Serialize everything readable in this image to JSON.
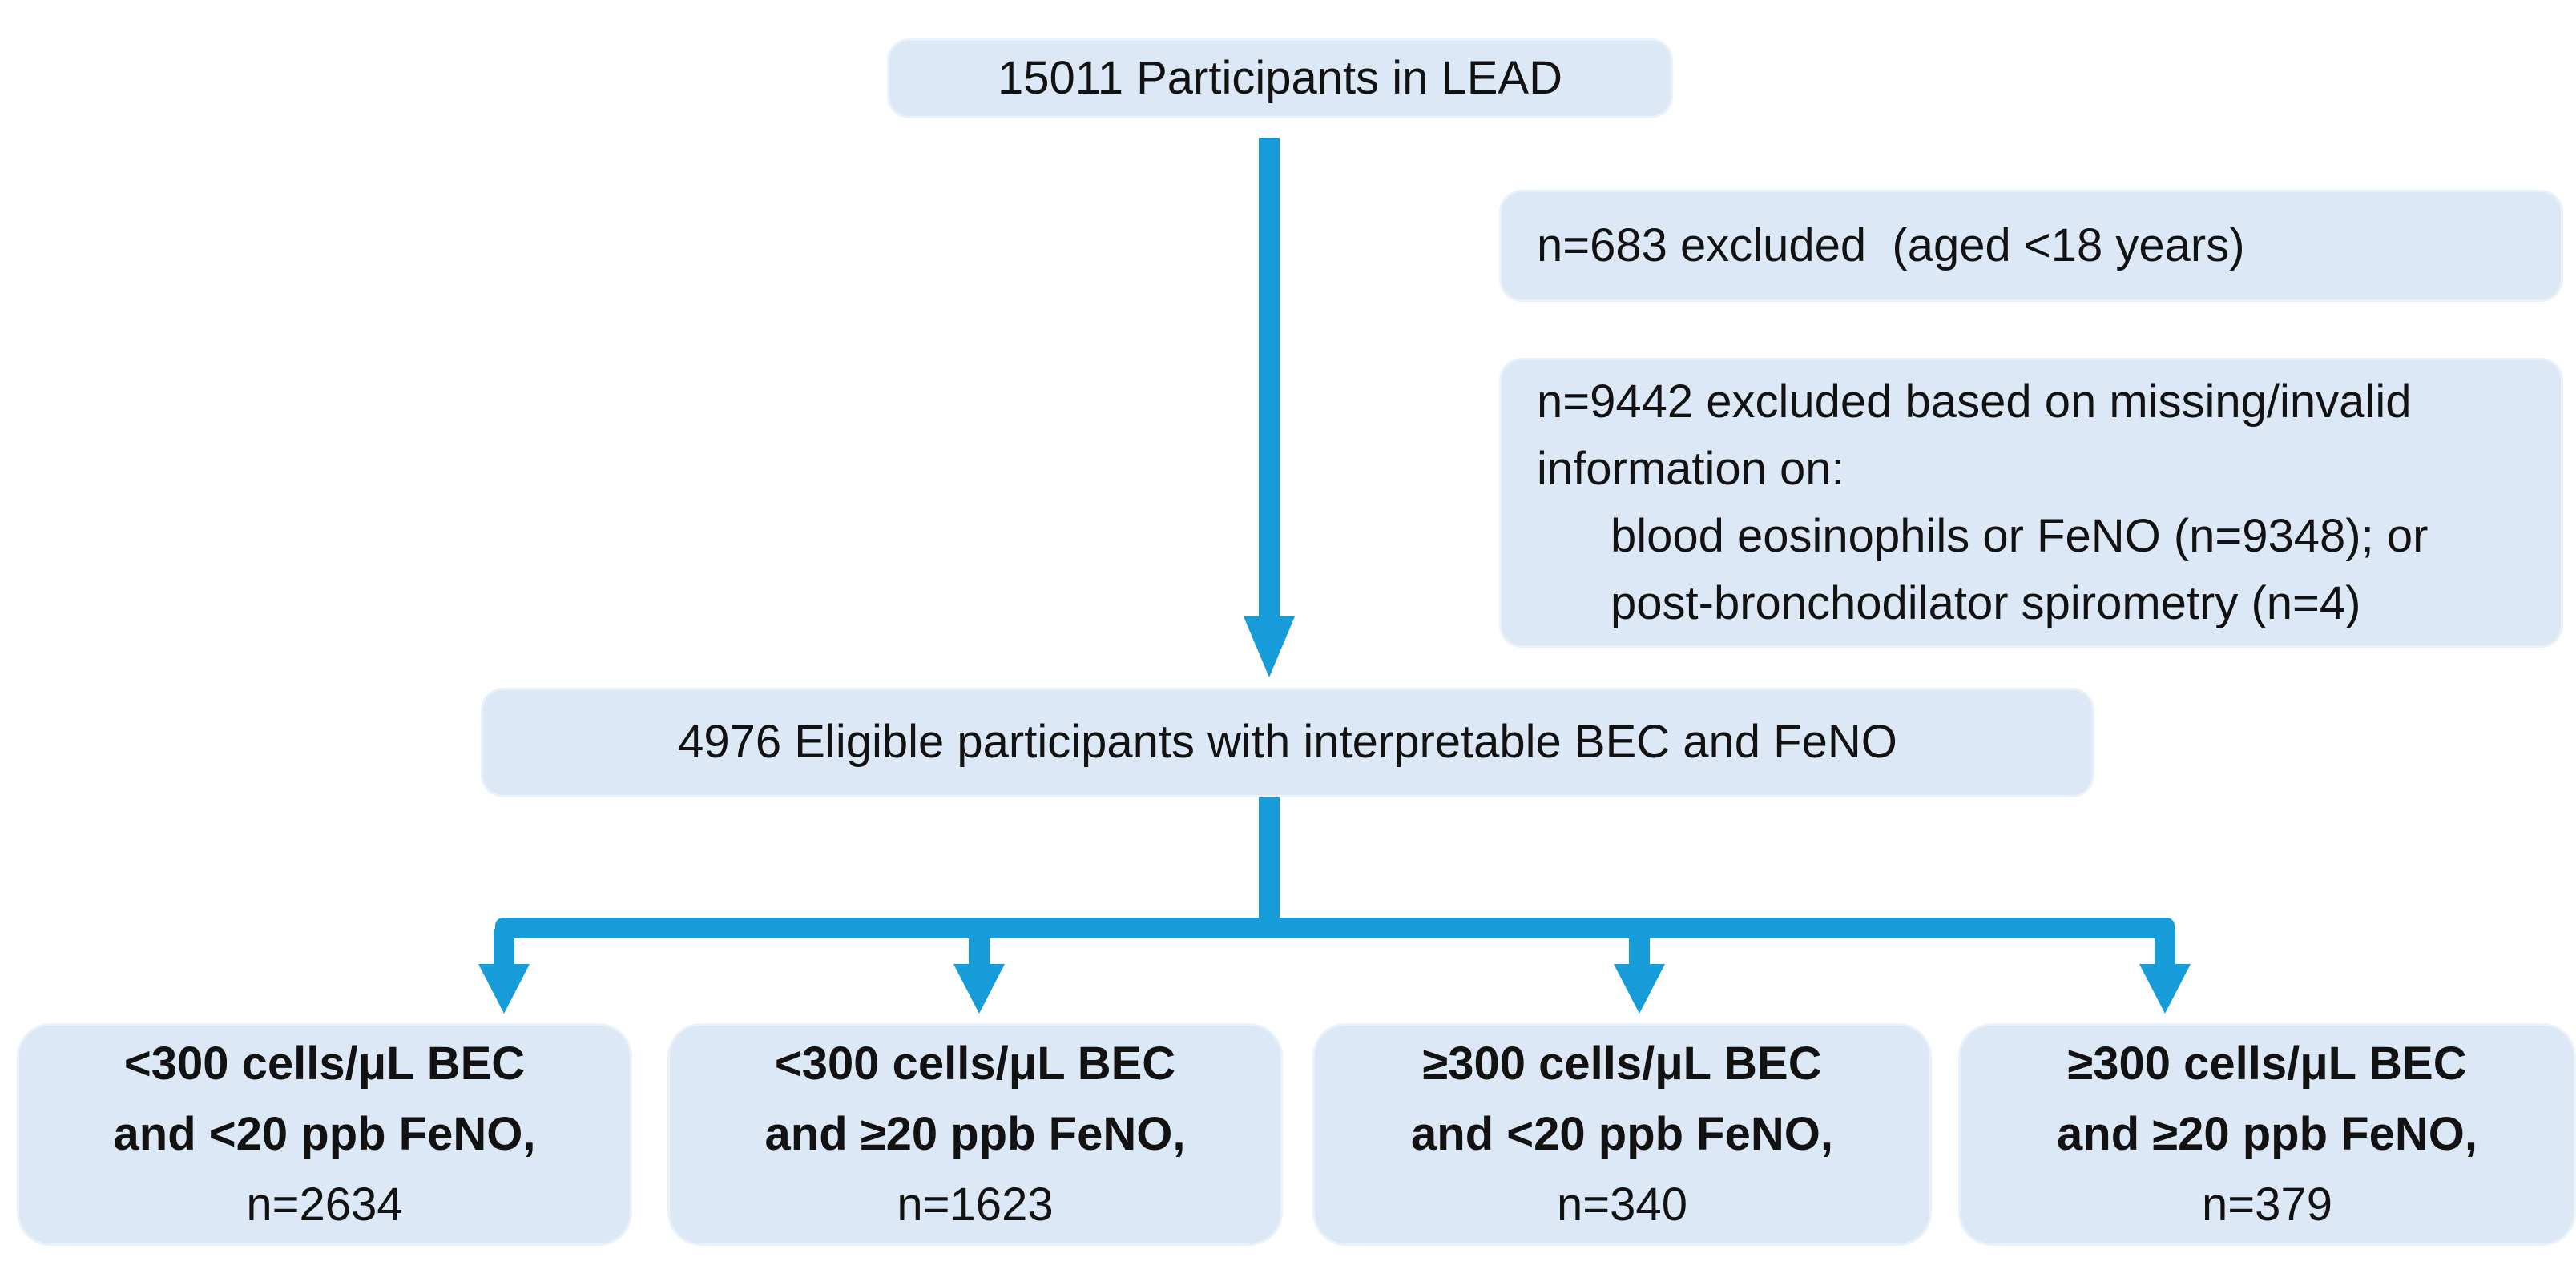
{
  "diagram": {
    "colors": {
      "accent": "#169CD8",
      "box_fill": "#dce8f6",
      "box_border": "#e9f1fa",
      "text": "#121212"
    },
    "nodes": {
      "top": {
        "text": "15011 Participants in LEAD"
      },
      "excluded_age": {
        "text": "n=683 excluded  (aged <18 years)"
      },
      "excluded_missing": {
        "lines": [
          {
            "text": "n=9442 excluded based on missing/invalid"
          },
          {
            "text": "information on:"
          },
          {
            "text": "blood eosinophils or FeNO (n=9348); or"
          },
          {
            "text": "post-bronchodilator spirometry (n=4)"
          }
        ]
      },
      "eligible": {
        "text": "4976 Eligible participants with interpretable BEC and FeNO"
      },
      "groups": [
        {
          "line1": "<300 cells/μL BEC",
          "line2": "and <20 ppb FeNO,",
          "n": "n=2634"
        },
        {
          "line1": "<300 cells/μL BEC",
          "line2": "and ≥20 ppb FeNO,",
          "n": "n=1623"
        },
        {
          "line1": "≥300 cells/μL BEC",
          "line2": "and <20 ppb FeNO,",
          "n": "n=340"
        },
        {
          "line1": "≥300 cells/μL BEC",
          "line2": "and ≥20 ppb FeNO,",
          "n": "n=379"
        }
      ]
    }
  }
}
